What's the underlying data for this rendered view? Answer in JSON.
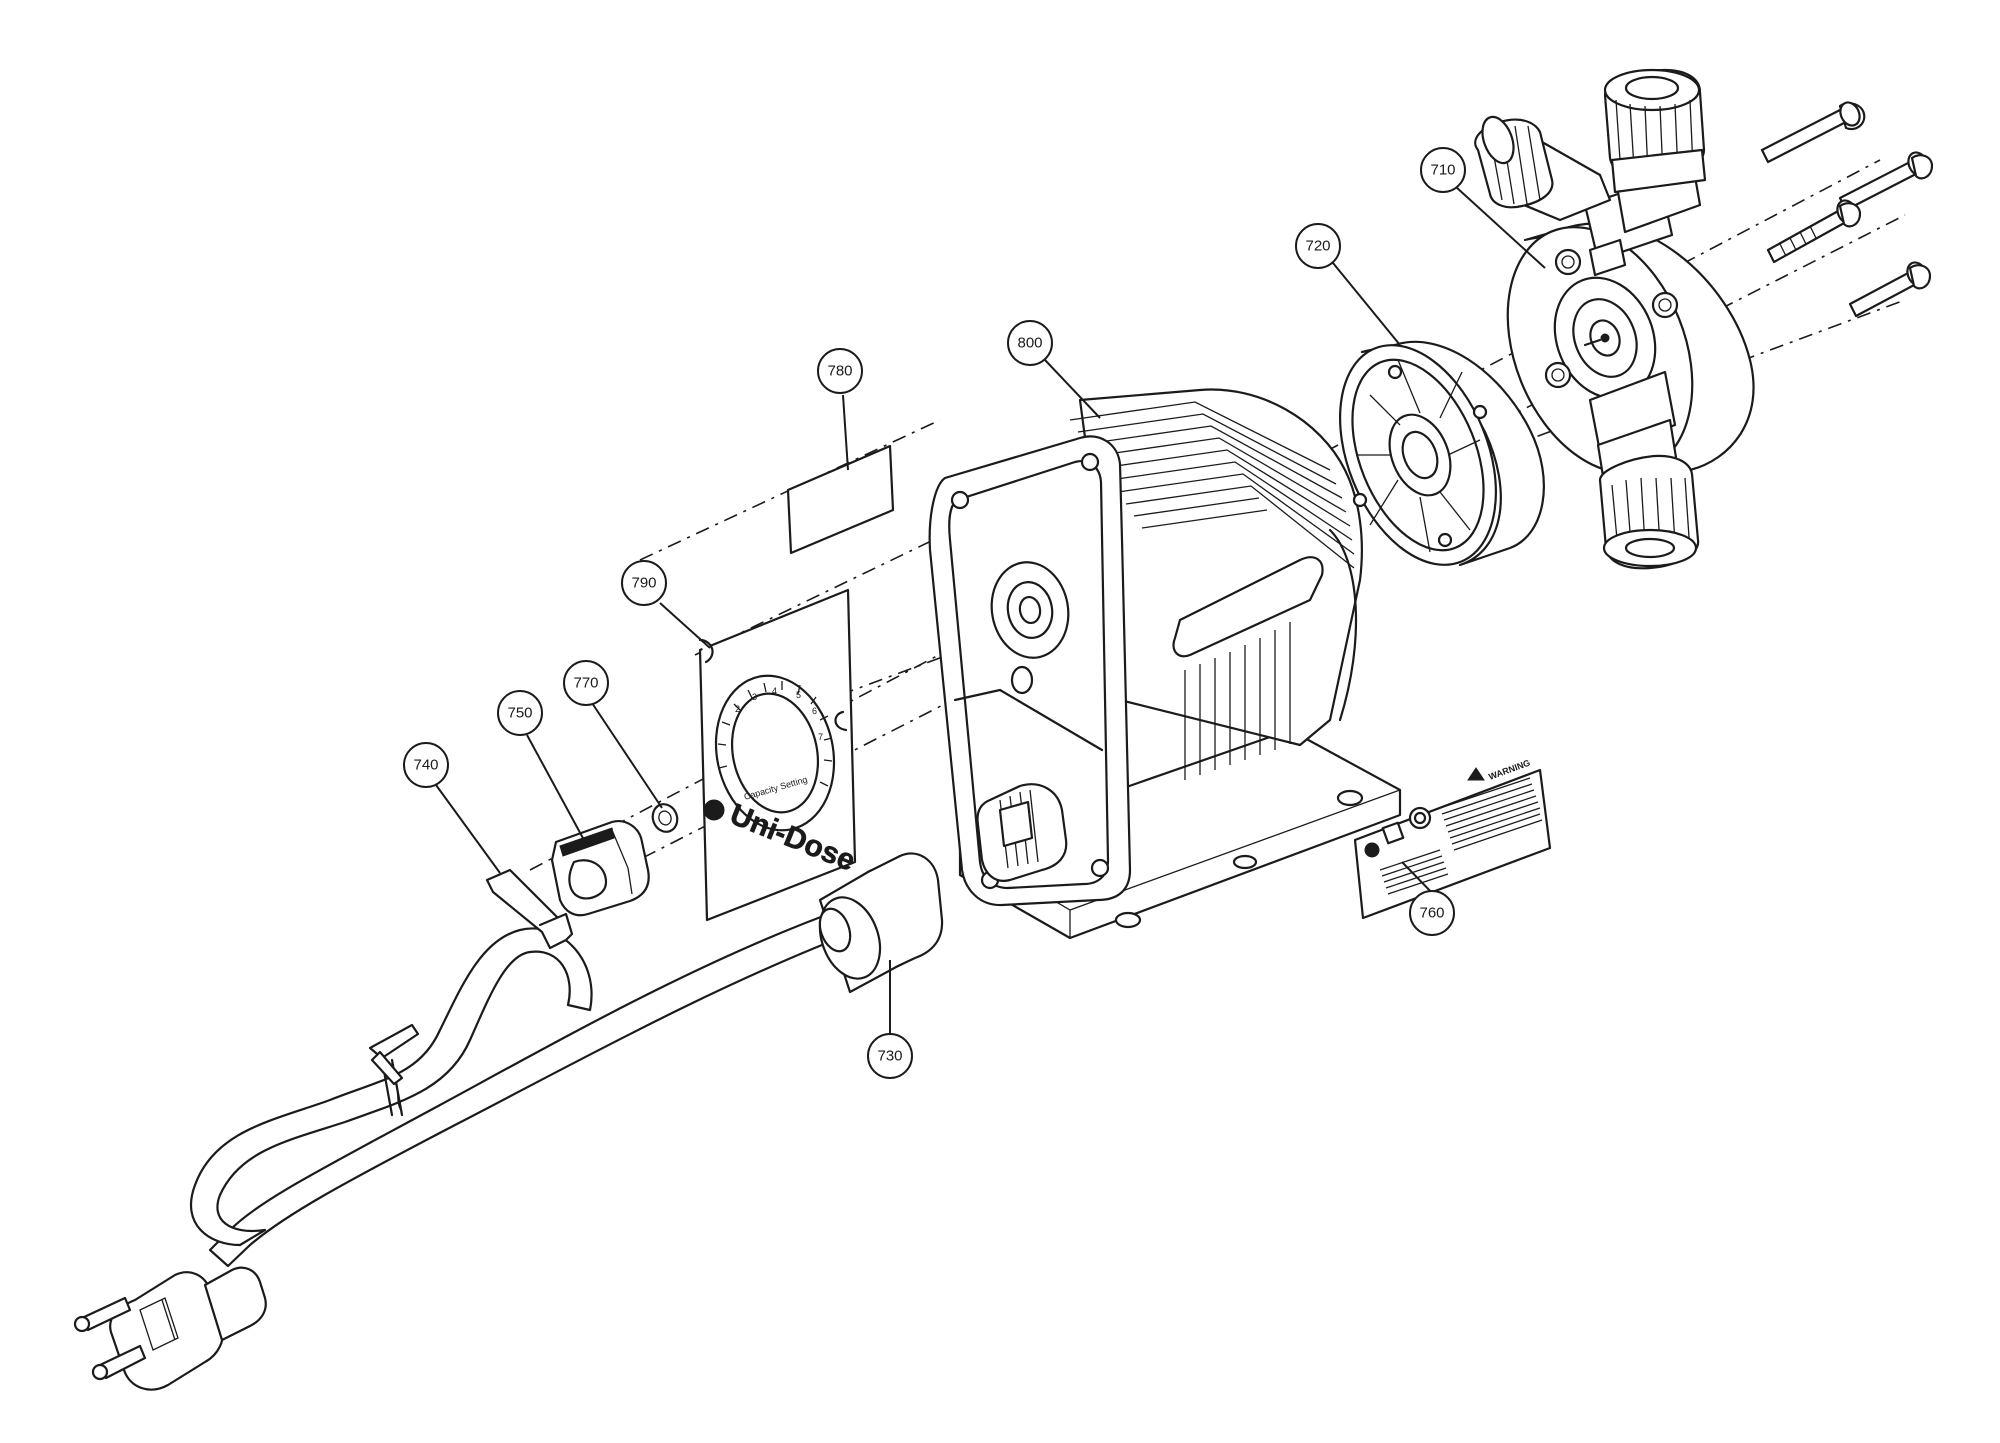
{
  "diagram": {
    "callouts": [
      {
        "id": "710",
        "label": "710"
      },
      {
        "id": "720",
        "label": "720"
      },
      {
        "id": "800",
        "label": "800"
      },
      {
        "id": "780",
        "label": "780"
      },
      {
        "id": "790",
        "label": "790"
      },
      {
        "id": "770",
        "label": "770"
      },
      {
        "id": "750",
        "label": "750"
      },
      {
        "id": "740",
        "label": "740"
      },
      {
        "id": "730",
        "label": "730"
      },
      {
        "id": "760",
        "label": "760"
      }
    ],
    "faceplate": {
      "brand": "Uni-Dose",
      "dial_caption": "Capacity Setting"
    },
    "warning_label": {
      "heading": "WARNING"
    }
  }
}
